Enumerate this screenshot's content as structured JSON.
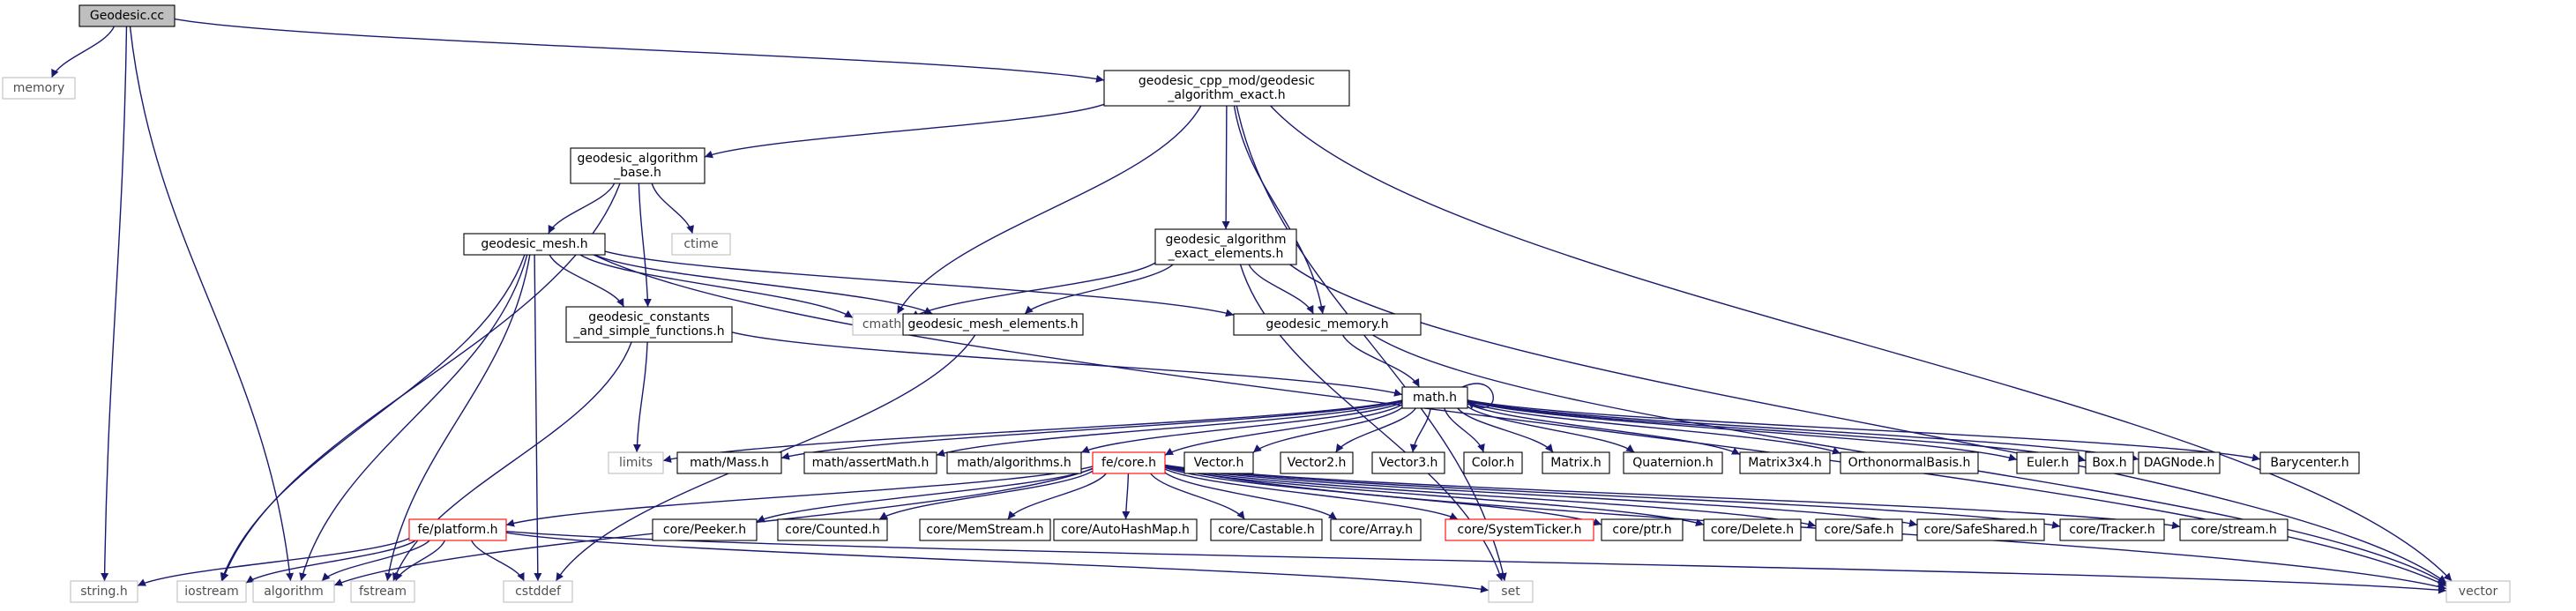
{
  "colors": {
    "edge": "#191970",
    "node_border": "#000000",
    "external_border": "#bfbfbf",
    "error_border": "#ff0000",
    "root_fill": "#bfbfbf",
    "node_fill": "#ffffff",
    "text": "#000000",
    "external_text": "#505050"
  },
  "nodes": {
    "root": {
      "lines": [
        "Geodesic.cc"
      ],
      "kind": "root"
    },
    "memory": {
      "lines": [
        "memory"
      ],
      "kind": "external"
    },
    "gcpp": {
      "lines": [
        "geodesic_cpp_mod/geodesic",
        "_algorithm_exact.h"
      ],
      "kind": "normal"
    },
    "gab": {
      "lines": [
        "geodesic_algorithm",
        "_base.h"
      ],
      "kind": "normal"
    },
    "ctime": {
      "lines": [
        "ctime"
      ],
      "kind": "external"
    },
    "gmesh": {
      "lines": [
        "geodesic_mesh.h"
      ],
      "kind": "normal"
    },
    "gaee": {
      "lines": [
        "geodesic_algorithm",
        "_exact_elements.h"
      ],
      "kind": "normal"
    },
    "gcsf": {
      "lines": [
        "geodesic_constants",
        "_and_simple_functions.h"
      ],
      "kind": "normal"
    },
    "cmath": {
      "lines": [
        "cmath"
      ],
      "kind": "external"
    },
    "gme": {
      "lines": [
        "geodesic_mesh_elements.h"
      ],
      "kind": "normal"
    },
    "gmem": {
      "lines": [
        "geodesic_memory.h"
      ],
      "kind": "normal"
    },
    "math": {
      "lines": [
        "math.h"
      ],
      "kind": "normal"
    },
    "limits": {
      "lines": [
        "limits"
      ],
      "kind": "external"
    },
    "mass": {
      "lines": [
        "math/Mass.h"
      ],
      "kind": "normal"
    },
    "assert": {
      "lines": [
        "math/assertMath.h"
      ],
      "kind": "normal"
    },
    "algs": {
      "lines": [
        "math/algorithms.h"
      ],
      "kind": "normal"
    },
    "fecore": {
      "lines": [
        "fe/core.h"
      ],
      "kind": "error"
    },
    "vector_h": {
      "lines": [
        "Vector.h"
      ],
      "kind": "normal"
    },
    "vector2": {
      "lines": [
        "Vector2.h"
      ],
      "kind": "normal"
    },
    "vector3": {
      "lines": [
        "Vector3.h"
      ],
      "kind": "normal"
    },
    "color": {
      "lines": [
        "Color.h"
      ],
      "kind": "normal"
    },
    "matrix": {
      "lines": [
        "Matrix.h"
      ],
      "kind": "normal"
    },
    "quat": {
      "lines": [
        "Quaternion.h"
      ],
      "kind": "normal"
    },
    "m3x4": {
      "lines": [
        "Matrix3x4.h"
      ],
      "kind": "normal"
    },
    "ortho": {
      "lines": [
        "OrthonormalBasis.h"
      ],
      "kind": "normal"
    },
    "euler": {
      "lines": [
        "Euler.h"
      ],
      "kind": "normal"
    },
    "box": {
      "lines": [
        "Box.h"
      ],
      "kind": "normal"
    },
    "dag": {
      "lines": [
        "DAGNode.h"
      ],
      "kind": "normal"
    },
    "bary": {
      "lines": [
        "Barycenter.h"
      ],
      "kind": "normal"
    },
    "feplat": {
      "lines": [
        "fe/platform.h"
      ],
      "kind": "error"
    },
    "peeker": {
      "lines": [
        "core/Peeker.h"
      ],
      "kind": "normal"
    },
    "counted": {
      "lines": [
        "core/Counted.h"
      ],
      "kind": "normal"
    },
    "memstream": {
      "lines": [
        "core/MemStream.h"
      ],
      "kind": "normal"
    },
    "autohash": {
      "lines": [
        "core/AutoHashMap.h"
      ],
      "kind": "normal"
    },
    "castable": {
      "lines": [
        "core/Castable.h"
      ],
      "kind": "normal"
    },
    "array": {
      "lines": [
        "core/Array.h"
      ],
      "kind": "normal"
    },
    "systicker": {
      "lines": [
        "core/SystemTicker.h"
      ],
      "kind": "error"
    },
    "ptr": {
      "lines": [
        "core/ptr.h"
      ],
      "kind": "normal"
    },
    "delete": {
      "lines": [
        "core/Delete.h"
      ],
      "kind": "normal"
    },
    "safe": {
      "lines": [
        "core/Safe.h"
      ],
      "kind": "normal"
    },
    "safeshared": {
      "lines": [
        "core/SafeShared.h"
      ],
      "kind": "normal"
    },
    "tracker": {
      "lines": [
        "core/Tracker.h"
      ],
      "kind": "normal"
    },
    "stream": {
      "lines": [
        "core/stream.h"
      ],
      "kind": "normal"
    },
    "stringh": {
      "lines": [
        "string.h"
      ],
      "kind": "external"
    },
    "iostream": {
      "lines": [
        "iostream"
      ],
      "kind": "external"
    },
    "algorithm": {
      "lines": [
        "algorithm"
      ],
      "kind": "external"
    },
    "fstream": {
      "lines": [
        "fstream"
      ],
      "kind": "external"
    },
    "cstddef": {
      "lines": [
        "cstddef"
      ],
      "kind": "external"
    },
    "set": {
      "lines": [
        "set"
      ],
      "kind": "external"
    },
    "vector": {
      "lines": [
        "vector"
      ],
      "kind": "external"
    }
  },
  "edges": [
    [
      "root",
      "memory"
    ],
    [
      "root",
      "gcpp"
    ],
    [
      "root",
      "stringh"
    ],
    [
      "root",
      "algorithm"
    ],
    [
      "gcpp",
      "gab"
    ],
    [
      "gcpp",
      "cmath"
    ],
    [
      "gcpp",
      "gaee"
    ],
    [
      "gcpp",
      "gmem"
    ],
    [
      "gcpp",
      "set"
    ],
    [
      "gcpp",
      "vector"
    ],
    [
      "gab",
      "gmesh"
    ],
    [
      "gab",
      "ctime"
    ],
    [
      "gab",
      "gcsf"
    ],
    [
      "gab",
      "iostream"
    ],
    [
      "gmesh",
      "gcsf"
    ],
    [
      "gmesh",
      "cmath"
    ],
    [
      "gmesh",
      "gme"
    ],
    [
      "gmesh",
      "gmem"
    ],
    [
      "gmesh",
      "iostream"
    ],
    [
      "gmesh",
      "algorithm"
    ],
    [
      "gmesh",
      "fstream"
    ],
    [
      "gmesh",
      "cstddef"
    ],
    [
      "gmesh",
      "vector"
    ],
    [
      "gaee",
      "cmath"
    ],
    [
      "gaee",
      "gme"
    ],
    [
      "gaee",
      "gmem"
    ],
    [
      "gaee",
      "set"
    ],
    [
      "gaee",
      "vector"
    ],
    [
      "gcsf",
      "math"
    ],
    [
      "gcsf",
      "limits"
    ],
    [
      "gcsf",
      "fstream"
    ],
    [
      "gme",
      "cstddef"
    ],
    [
      "gmem",
      "math"
    ],
    [
      "gmem",
      "vector"
    ],
    [
      "math",
      "math"
    ],
    [
      "math",
      "limits"
    ],
    [
      "math",
      "mass"
    ],
    [
      "math",
      "assert"
    ],
    [
      "math",
      "algs"
    ],
    [
      "math",
      "fecore"
    ],
    [
      "math",
      "vector_h"
    ],
    [
      "math",
      "vector2"
    ],
    [
      "math",
      "vector3"
    ],
    [
      "math",
      "color"
    ],
    [
      "math",
      "matrix"
    ],
    [
      "math",
      "quat"
    ],
    [
      "math",
      "m3x4"
    ],
    [
      "math",
      "ortho"
    ],
    [
      "math",
      "euler"
    ],
    [
      "math",
      "box"
    ],
    [
      "math",
      "dag"
    ],
    [
      "math",
      "bary"
    ],
    [
      "fecore",
      "feplat"
    ],
    [
      "fecore",
      "peeker"
    ],
    [
      "fecore",
      "counted"
    ],
    [
      "fecore",
      "memstream"
    ],
    [
      "fecore",
      "autohash"
    ],
    [
      "fecore",
      "castable"
    ],
    [
      "fecore",
      "array"
    ],
    [
      "fecore",
      "systicker"
    ],
    [
      "fecore",
      "ptr"
    ],
    [
      "fecore",
      "delete"
    ],
    [
      "fecore",
      "safe"
    ],
    [
      "fecore",
      "safeshared"
    ],
    [
      "fecore",
      "tracker"
    ],
    [
      "fecore",
      "stream"
    ],
    [
      "fecore",
      "algorithm"
    ],
    [
      "fecore",
      "vector"
    ],
    [
      "feplat",
      "stringh"
    ],
    [
      "feplat",
      "iostream"
    ],
    [
      "feplat",
      "algorithm"
    ],
    [
      "feplat",
      "fstream"
    ],
    [
      "feplat",
      "cstddef"
    ],
    [
      "feplat",
      "set"
    ],
    [
      "feplat",
      "vector"
    ]
  ]
}
